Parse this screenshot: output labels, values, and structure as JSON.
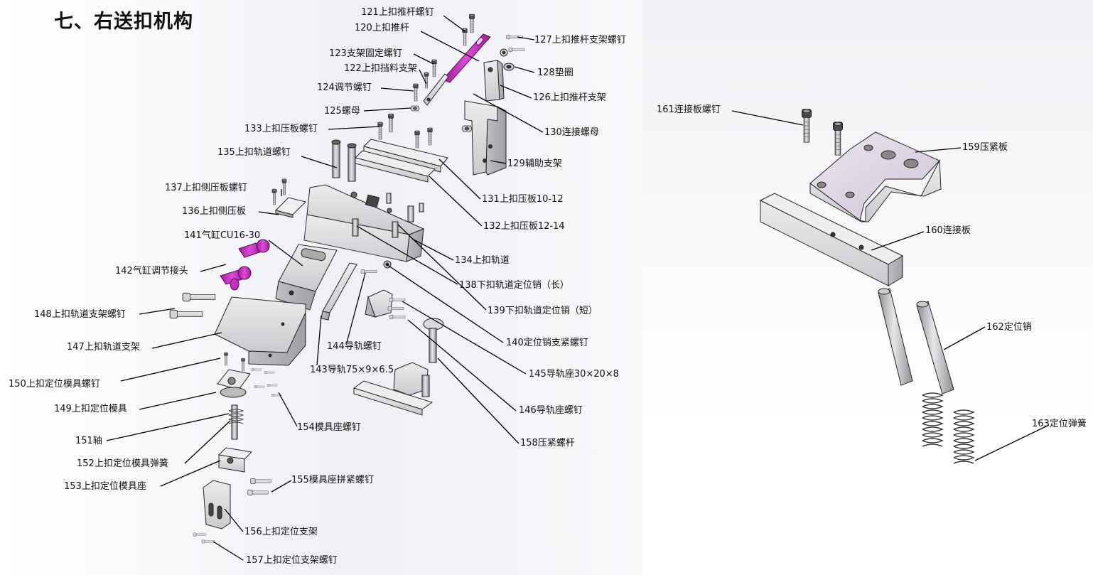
{
  "title": "七、右送扣机构",
  "labels": {
    "p121": "121上扣推杆螺钉",
    "p120": "120上扣推杆",
    "p127": "127上扣推杆支架螺钉",
    "p123": "123支架固定螺钉",
    "p122": "122上扣挡料支架",
    "p128": "128垫圈",
    "p124": "124调节螺钉",
    "p126": "126上扣推杆支架",
    "p125": "125螺母",
    "p130": "130连接螺母",
    "p133": "133上扣压板螺钉",
    "p135": "135上扣轨道螺钉",
    "p129": "129辅助支架",
    "p137": "137上扣侧压板螺钉",
    "p131": "131上扣压板10-12",
    "p136": "136上扣侧压板",
    "p132": "132上扣压板12-14",
    "p141": "141气缸CU16-30",
    "p134": "134上扣轨道",
    "p142": "142气缸调节接头",
    "p138": "138下扣轨道定位销（长）",
    "p148": "148上扣轨道支架螺钉",
    "p139": "139下扣轨道定位销（短）",
    "p147": "147上扣轨道支架",
    "p144": "144导轨螺钉",
    "p140": "140定位销支紧螺钉",
    "p150": "150上扣定位模具螺钉",
    "p143": "143导轨75×9×6.5",
    "p145": "145导轨座30×20×8",
    "p149": "149上扣定位模具",
    "p146": "146导轨座螺钉",
    "p154": "154模具座螺钉",
    "p151": "151轴",
    "p158": "158压紧螺杆",
    "p152": "152上扣定位模具弹簧",
    "p153": "153上扣定位模具座",
    "p155": "155模具座拼紧螺钉",
    "p156": "156上扣定位支架",
    "p157": "157上扣定位支架螺钉",
    "p161": "161连接板螺钉",
    "p159": "159压紧板",
    "p160": "160连接板",
    "p162": "162定位销",
    "p163": "163定位弹簧"
  },
  "colors": {
    "part_face": "#d9dadc",
    "part_shade": "#b9bbbf",
    "part_top": "#eeeff1",
    "part_lavender": "#ddd5e2",
    "edge": "#222222",
    "pink": "#c62fc0",
    "leader": "#000000"
  }
}
